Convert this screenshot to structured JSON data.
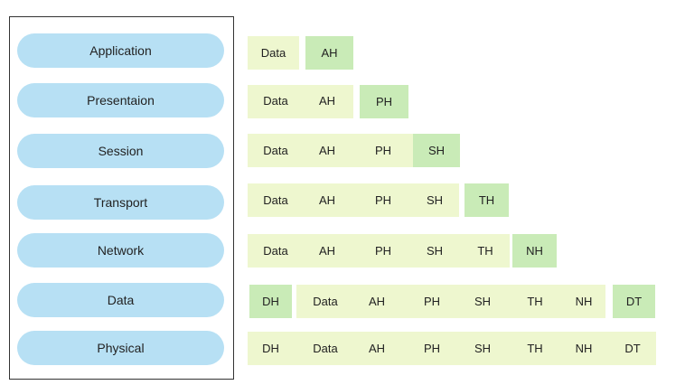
{
  "layers": [
    "Application",
    "Presentaion",
    "Session",
    "Transport",
    "Network",
    "Data",
    "Physical"
  ],
  "rows": [
    [
      "Data",
      "AH"
    ],
    [
      "Data",
      "AH",
      "PH"
    ],
    [
      "Data",
      "AH",
      "PH",
      "SH"
    ],
    [
      "Data",
      "AH",
      "PH",
      "SH",
      "TH"
    ],
    [
      "Data",
      "AH",
      "PH",
      "SH",
      "TH",
      "NH"
    ],
    [
      "DH",
      "Data",
      "AH",
      "PH",
      "SH",
      "TH",
      "NH",
      "DT"
    ],
    [
      "DH",
      "Data",
      "AH",
      "PH",
      "SH",
      "TH",
      "NH",
      "DT"
    ]
  ],
  "colors": {
    "pill": "#b7e0f4",
    "payload": "#eef7cf",
    "added_header": "#c9ebb7"
  }
}
